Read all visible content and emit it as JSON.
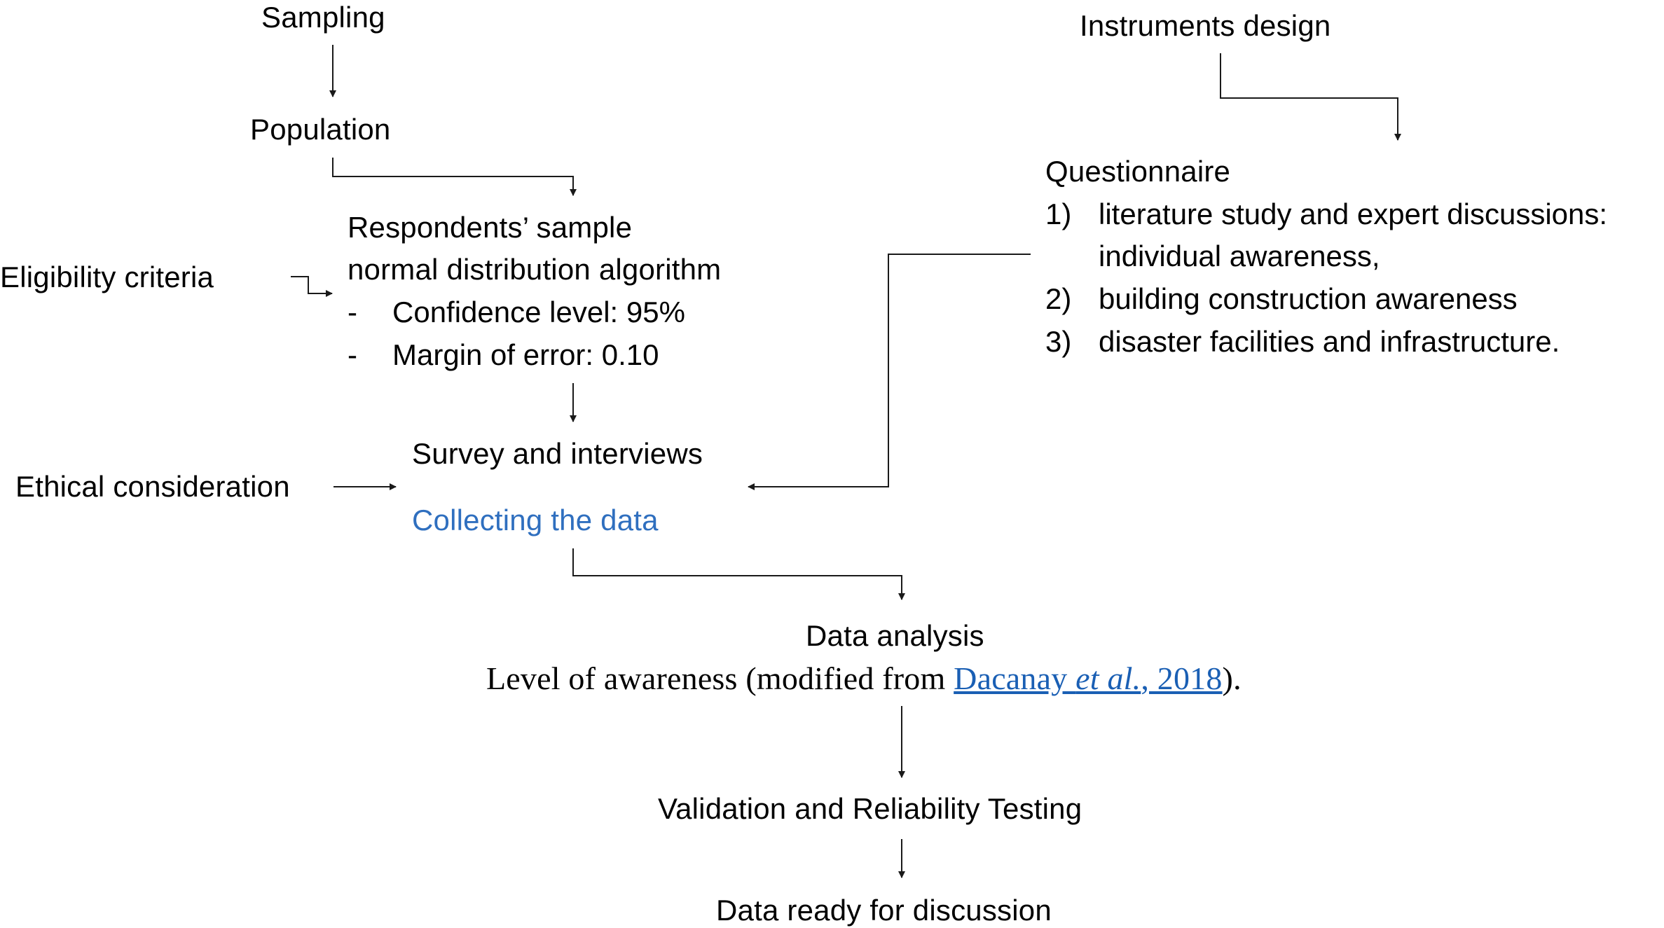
{
  "nodes": {
    "sampling": "Sampling",
    "population": "Population",
    "respondents_line1": "Respondents’ sample",
    "respondents_line2": "normal distribution algorithm",
    "bullets": [
      {
        "marker": "-",
        "text": "Confidence level: 95%"
      },
      {
        "marker": "-",
        "text": "Margin of error: 0.10"
      }
    ],
    "eligibility": "Eligibility criteria",
    "survey": "Survey and interviews",
    "collecting": "Collecting the data",
    "ethical": "Ethical consideration",
    "instruments": "Instruments design",
    "questionnaire": "Questionnaire",
    "questionnaire_items": [
      {
        "num": "1)",
        "line1": "literature study and expert discussions:",
        "line2": "individual awareness,"
      },
      {
        "num": "2)",
        "line1": "building construction awareness"
      },
      {
        "num": "3)",
        "line1": "disaster facilities and infrastructure."
      }
    ],
    "data_analysis": "Data analysis",
    "level_awareness": {
      "prefix": "Level of awareness (modified from ",
      "author": "Dacanay ",
      "etal": "et al.",
      "year": ", 2018",
      "suffix": ")."
    },
    "validation": "Validation and Reliability Testing",
    "ready": "Data ready for discussion"
  },
  "colors": {
    "text": "#000000",
    "collecting_text": "#2f6fbf",
    "link": "#1a5fb4",
    "arrow": "#1a1a1a"
  }
}
